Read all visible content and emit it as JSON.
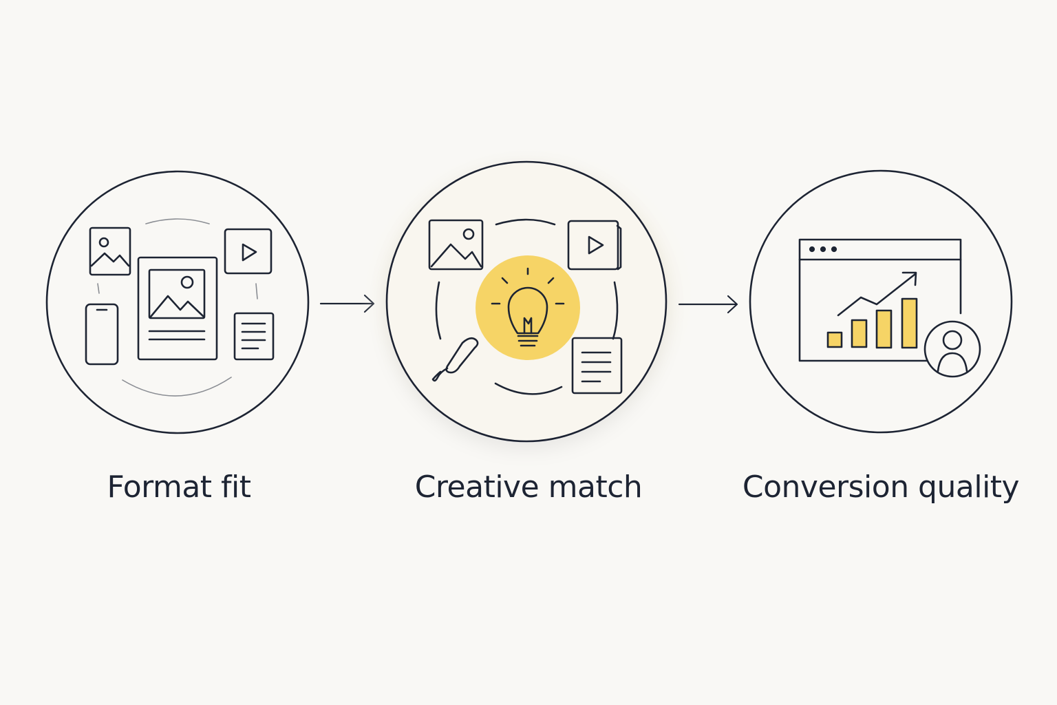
{
  "colors": {
    "background": "#f9f8f5",
    "stroke": "#1d2433",
    "accent": "#f6d466",
    "accent_halo": "#f8efcf"
  },
  "steps": [
    {
      "label": "Format fit",
      "icons": [
        "image-icon",
        "play-icon",
        "article-icon",
        "phone-icon",
        "document-icon"
      ]
    },
    {
      "label": "Creative match",
      "icons": [
        "image-icon",
        "play-icon",
        "lightbulb-icon",
        "paintbrush-icon",
        "document-icon"
      ]
    },
    {
      "label": "Conversion quality",
      "icons": [
        "browser-window-icon",
        "bar-chart-icon",
        "trend-arrow-icon",
        "user-icon"
      ]
    }
  ],
  "connectors": [
    "arrow-right-icon",
    "arrow-right-icon"
  ]
}
